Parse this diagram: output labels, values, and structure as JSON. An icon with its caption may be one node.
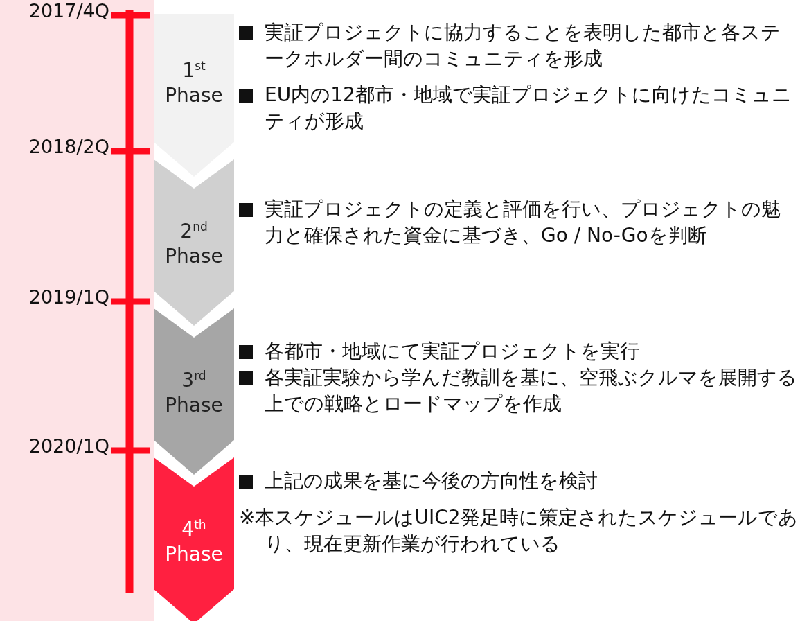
{
  "diagram": {
    "nodes": [
      {
        "text": [
          "1$^{st}$ Phase"
        ],
        "beside": [
          "実証プロジェクトに協力することを表明した都市と各ステークホルダー間のコミュニティを形成",
          "EU内の12都市・地域で実証プロジェクトに向けたコミュニティが形成"
        ]
      },
      {
        "text": [
          "2$^{nd}$ Phase"
        ],
        "beside": [
          "実証プロジェクトの定義と評価を行い、プロジェクトの魅力と確保された資金に基づき、Go / No-Goを判断"
        ]
      },
      {
        "text": [
          "3$^{rd}$ Phase"
        ],
        "beside": [
          "各都市・地域にて実証プロジェクトを実行",
          "各実証実験から学んだ教訓を基に、空飛ぶクルマを展開する上での戦略とロードマップを作成"
        ]
      },
      {
        "text": [
          "4$^{th}$ Phase"
        ],
        "beside": [
          "上記の成果を基に今後の方向性を検討"
        ]
      }
    ],
    "labels": [
      "2017/4Q",
      "2018/2Q",
      "2019/1Q",
      "2020/1Q",
      "※本スケジュールはUIC2発足時に策定されたスケジュールであり、現在更新作業が行われている"
    ]
  }
}
